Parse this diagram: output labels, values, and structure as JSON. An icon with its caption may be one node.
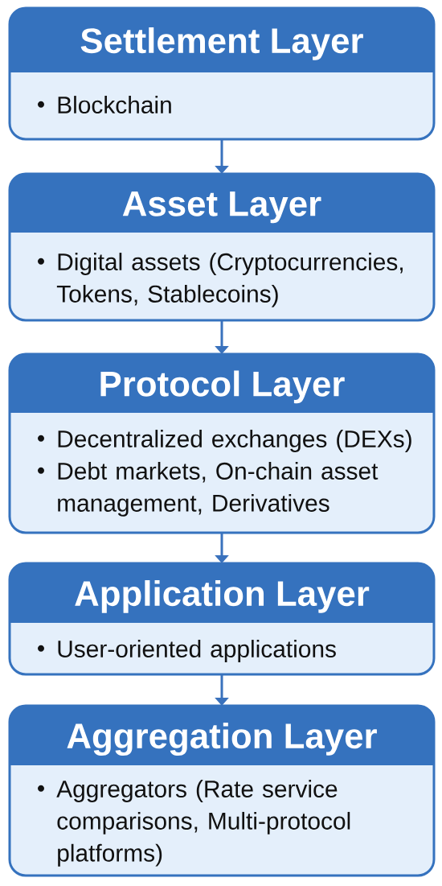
{
  "diagram": {
    "nodes": [
      {
        "text": [
          "Settlement Layer",
          "Blockchain"
        ]
      },
      {
        "text": [
          "Asset Layer",
          "Digital assets (Cryptocurrencies, Tokens, Stablecoins)"
        ]
      },
      {
        "text": [
          "Protocol Layer",
          "Decentralized exchanges (DEXs)",
          "Debt markets, On-chain asset management, Derivatives"
        ]
      },
      {
        "text": [
          "Application Layer",
          "User-oriented applications"
        ]
      },
      {
        "text": [
          "Aggregation Layer",
          "Aggregators (Rate service comparisons, Multi-protocol platforms)"
        ]
      }
    ],
    "edges": [
      {
        "from": 0,
        "to": 1,
        "arrow": "to"
      },
      {
        "from": 1,
        "to": 2,
        "arrow": "to"
      },
      {
        "from": 2,
        "to": 3,
        "arrow": "to"
      },
      {
        "from": 3,
        "to": 4,
        "arrow": "to"
      }
    ]
  }
}
